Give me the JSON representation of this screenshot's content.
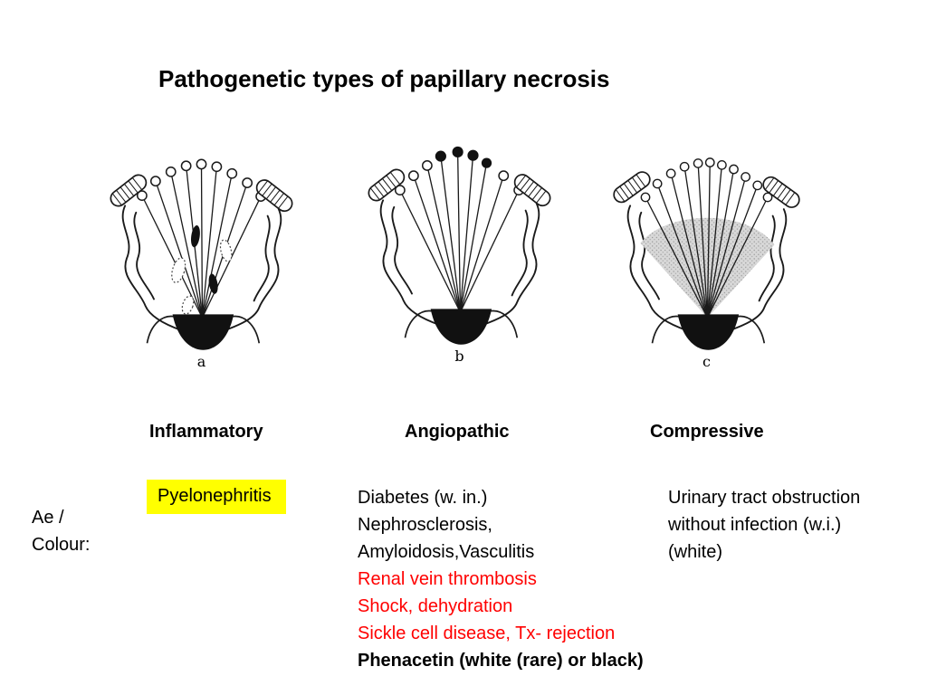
{
  "title": "Pathogenetic types of papillary necrosis",
  "row_label": {
    "line1": "Ae /",
    "line2": "Colour:"
  },
  "colors": {
    "background": "#ffffff",
    "text": "#000000",
    "red_text": "#ff0000",
    "highlight": "#ffff00",
    "ink": "#1a1a1a"
  },
  "columns": [
    {
      "heading": "Inflammatory",
      "figure_letter": "a",
      "items": [
        {
          "text": "Pyelonephritis",
          "color": "#000000",
          "highlight": true
        }
      ]
    },
    {
      "heading": "Angiopathic",
      "figure_letter": "b",
      "items": [
        {
          "text": "Diabetes (w. in.)",
          "color": "#000000"
        },
        {
          "text": "Nephrosclerosis,",
          "color": "#000000"
        },
        {
          "text": "Amyloidosis,Vasculitis",
          "color": "#000000"
        },
        {
          "text": "Renal vein thrombosis",
          "color": "#ff0000"
        },
        {
          "text": "Shock, dehydration",
          "color": "#ff0000"
        },
        {
          "text": "Sickle cell disease, Tx- rejection",
          "color": "#ff0000"
        },
        {
          "text": "Phenacetin (white (rare) or black)",
          "color": "#000000",
          "bold": true
        }
      ]
    },
    {
      "heading": "Compressive",
      "figure_letter": "c",
      "items": [
        {
          "text": "Urinary tract obstruction",
          "color": "#000000"
        },
        {
          "text": "without infection (w.i.)",
          "color": "#000000"
        },
        {
          "text": "(white)",
          "color": "#000000"
        }
      ]
    }
  ]
}
